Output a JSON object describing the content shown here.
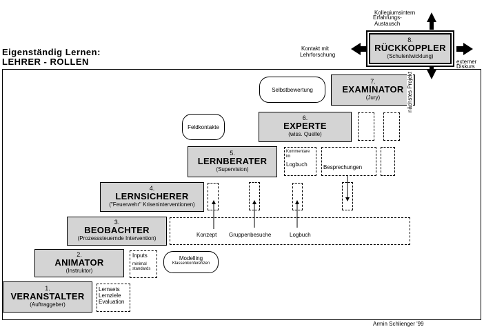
{
  "heading": {
    "line1": "Eigenständig Lernen:",
    "line2": "LEHRER   - ROLLEN"
  },
  "roles": [
    {
      "num": "1.",
      "title": "VERANSTALTER",
      "sub": "(Auftraggeber)"
    },
    {
      "num": "2.",
      "title": "ANIMATOR",
      "sub": "(Instruktor)"
    },
    {
      "num": "3.",
      "title": "BEOBACHTER",
      "sub": "(Prozesssteuernde Intervention)"
    },
    {
      "num": "4.",
      "title": "LERNSICHERER",
      "sub": "(\"Feuerwehr\" Kriseninterventionen)"
    },
    {
      "num": "5.",
      "title": "LERNBERATER",
      "sub": "(Supervision)"
    },
    {
      "num": "6.",
      "title": "EXPERTE",
      "sub": "(wiss. Quelle)"
    },
    {
      "num": "7.",
      "title": "EXAMINATOR",
      "sub": "(Jury)"
    },
    {
      "num": "8.",
      "title": "RÜCKKOPPLER",
      "sub": "(Schulentwicklung)"
    }
  ],
  "notes": {
    "veranstalter": [
      "Lernsets",
      "Lernziele",
      "Evaluation"
    ],
    "animator_inputs": "Inputs",
    "animator_minimal": [
      "minimal",
      "standards"
    ],
    "modelling": [
      "Modelling",
      "Klassenkonferenzen"
    ],
    "konzept": "Konzept",
    "gruppenbesuche": "Gruppenbesuche",
    "logbuch": "Logbuch",
    "kommentare": [
      "Kommentare",
      "im",
      "Logbuch"
    ],
    "besprechungen": "Besprechungen",
    "feldkontakte": "Feldkontakte",
    "selbstbewertung": "Selbstbewertung"
  },
  "rueckkoppler": {
    "top_small": "Kollegiumsintern",
    "top_line1": "Erfahrungs-",
    "top_line2": "Austausch",
    "left_line1": "Kontakt mit",
    "left_line2": "Lehrforschung",
    "right_line1": "externer",
    "right_line2": "Diskurs",
    "down": "nächstes Projekt"
  },
  "footer": "Armin Schlienger   '99"
}
